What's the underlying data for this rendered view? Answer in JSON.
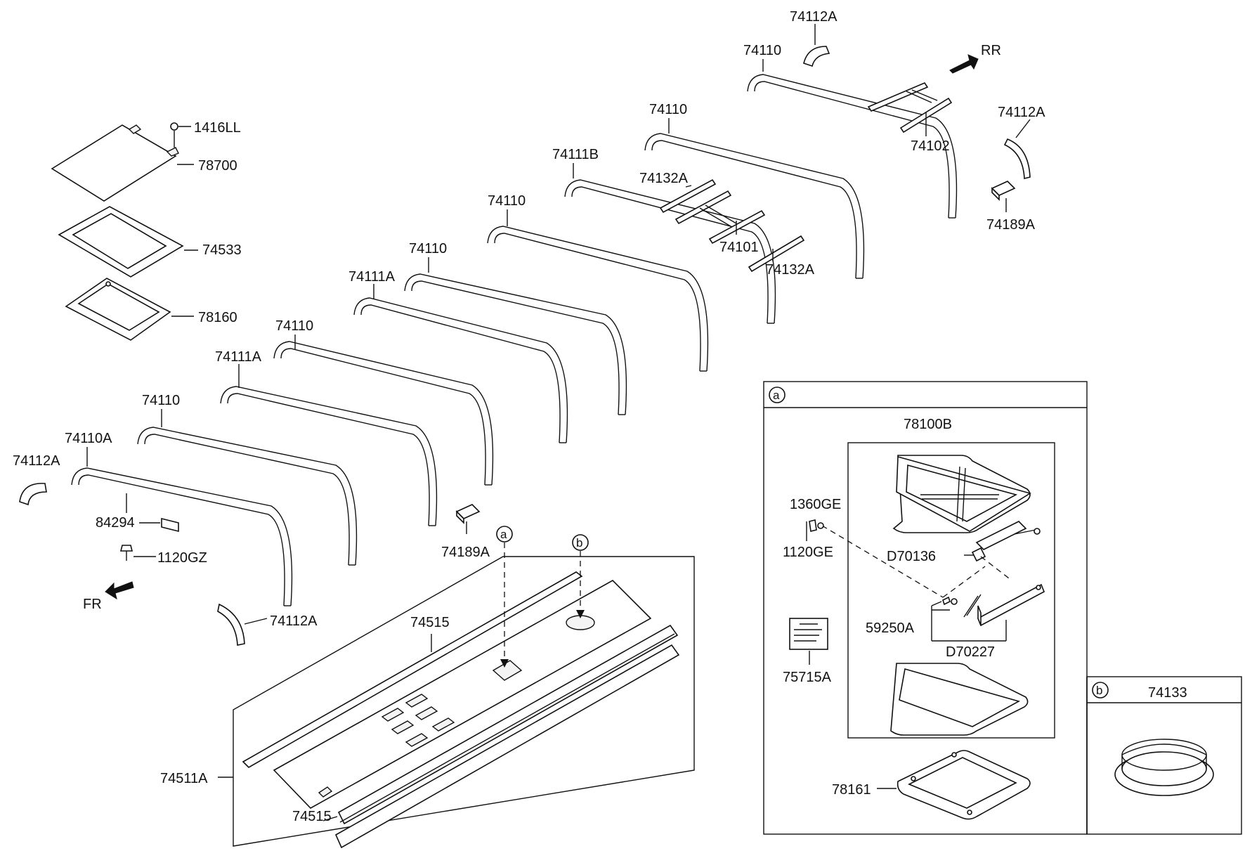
{
  "directions": {
    "rear": "RR",
    "front": "FR"
  },
  "bows_labels": [
    "74110",
    "74110",
    "74111B",
    "74110",
    "74110",
    "74111A",
    "74110",
    "74111A",
    "74110",
    "74110A"
  ],
  "labels": {
    "l_74112A_top": "74112A",
    "l_74102": "74102",
    "l_74112A_right": "74112A",
    "l_74189A_right": "74189A",
    "l_74132A_a": "74132A",
    "l_74101": "74101",
    "l_74132A_b": "74132A",
    "l_1416LL": "1416LL",
    "l_78700": "78700",
    "l_74533": "74533",
    "l_78160": "78160",
    "l_74112A_left": "74112A",
    "l_84294": "84294",
    "l_1120GZ": "1120GZ",
    "l_74112A_bottom": "74112A",
    "l_74189A_mid": "74189A",
    "l_74515_top": "74515",
    "l_74511A": "74511A",
    "l_74515_bottom": "74515"
  },
  "callouts": {
    "a": "a",
    "b": "b"
  },
  "detail_a": {
    "tag": "a",
    "assembly": "78100B",
    "parts": {
      "p_1360GE": "1360GE",
      "p_1120GE": "1120GE",
      "p_D70136": "D70136",
      "p_59250A": "59250A",
      "p_D70227": "D70227",
      "p_75715A": "75715A",
      "p_78161": "78161"
    }
  },
  "detail_b": {
    "tag": "b",
    "part": "74133"
  }
}
